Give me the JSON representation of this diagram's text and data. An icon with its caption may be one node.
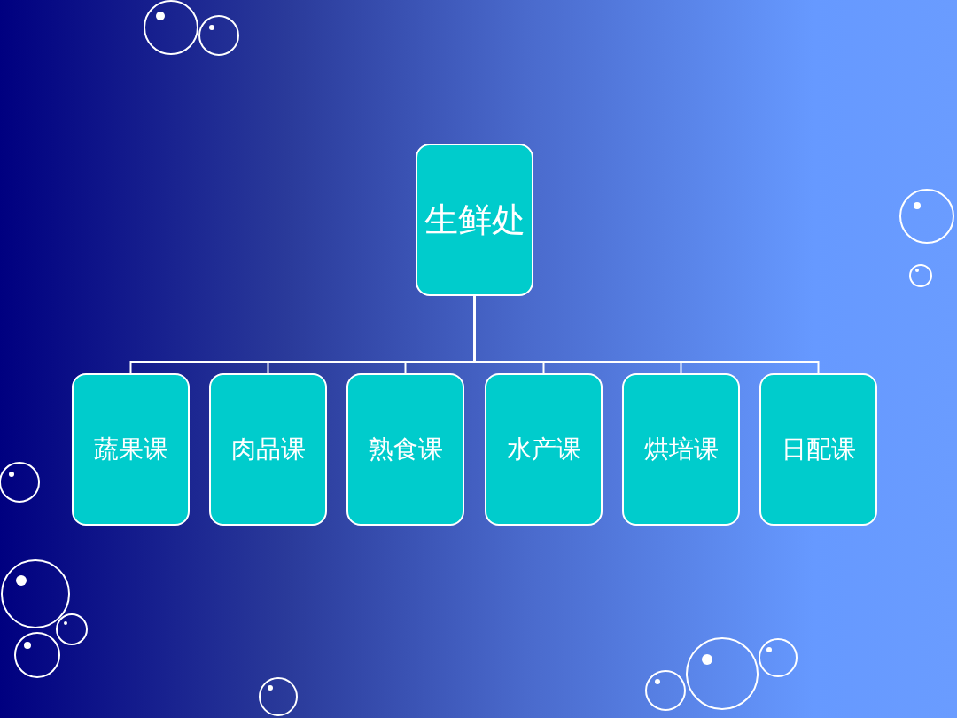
{
  "diagram": {
    "nodes": [
      {
        "text": [
          "生鲜处"
        ]
      },
      {
        "text": [
          "蔬果课"
        ]
      },
      {
        "text": [
          "肉品课"
        ]
      },
      {
        "text": [
          "熟食课"
        ]
      },
      {
        "text": [
          "水产课"
        ]
      },
      {
        "text": [
          "烘培课"
        ]
      },
      {
        "text": [
          "日配课"
        ]
      }
    ],
    "edges": [
      {
        "from": 0,
        "to": 1,
        "arrow": "none"
      },
      {
        "from": 0,
        "to": 2,
        "arrow": "none"
      },
      {
        "from": 0,
        "to": 3,
        "arrow": "none"
      },
      {
        "from": 0,
        "to": 4,
        "arrow": "none"
      },
      {
        "from": 0,
        "to": 5,
        "arrow": "none"
      },
      {
        "from": 0,
        "to": 6,
        "arrow": "none"
      }
    ]
  }
}
